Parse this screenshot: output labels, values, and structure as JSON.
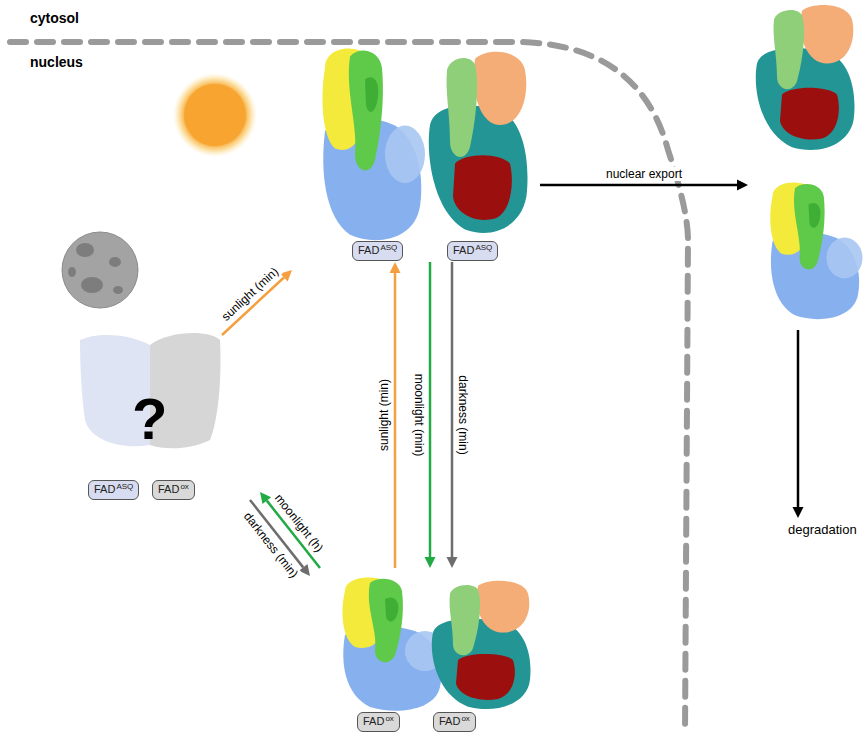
{
  "diagram": {
    "nodes": [
      {
        "text": [
          "?"
        ]
      },
      {
        "text": [
          "FAD",
          "ASQ"
        ],
        "in": 0
      },
      {
        "text": [
          "FAD",
          "ox"
        ],
        "in": 0
      },
      {
        "text": []
      },
      {
        "text": [
          "FAD",
          "ASQ"
        ],
        "in": 3
      },
      {
        "text": [
          "FAD",
          "ASQ"
        ],
        "in": 3
      },
      {
        "text": []
      },
      {
        "text": [
          "FAD",
          "ox"
        ],
        "in": 6
      },
      {
        "text": [
          "FAD",
          "ox"
        ],
        "in": 6
      },
      {
        "text": []
      },
      {
        "text": [
          "degradation"
        ]
      }
    ],
    "edges": [
      {
        "from": 0,
        "to": 3,
        "label": "sunlight (min)",
        "arrow": "to"
      },
      {
        "from": 6,
        "to": 0,
        "label": "moonlight (h)",
        "arrow": "to"
      },
      {
        "from": 0,
        "to": 6,
        "label": "darkness (min)",
        "arrow": "to"
      },
      {
        "from": 6,
        "to": 3,
        "label": "sunlight (min)",
        "arrow": "to"
      },
      {
        "from": 3,
        "to": 6,
        "label": "moonlight (min)",
        "arrow": "to"
      },
      {
        "from": 3,
        "to": 6,
        "label": "darkness (min)",
        "arrow": "to"
      },
      {
        "from": 3,
        "to": 9,
        "label": "nuclear export",
        "arrow": "to"
      },
      {
        "from": 9,
        "to": 10,
        "arrow": "to"
      }
    ],
    "labels": [
      "cytosol",
      "nucleus"
    ]
  }
}
